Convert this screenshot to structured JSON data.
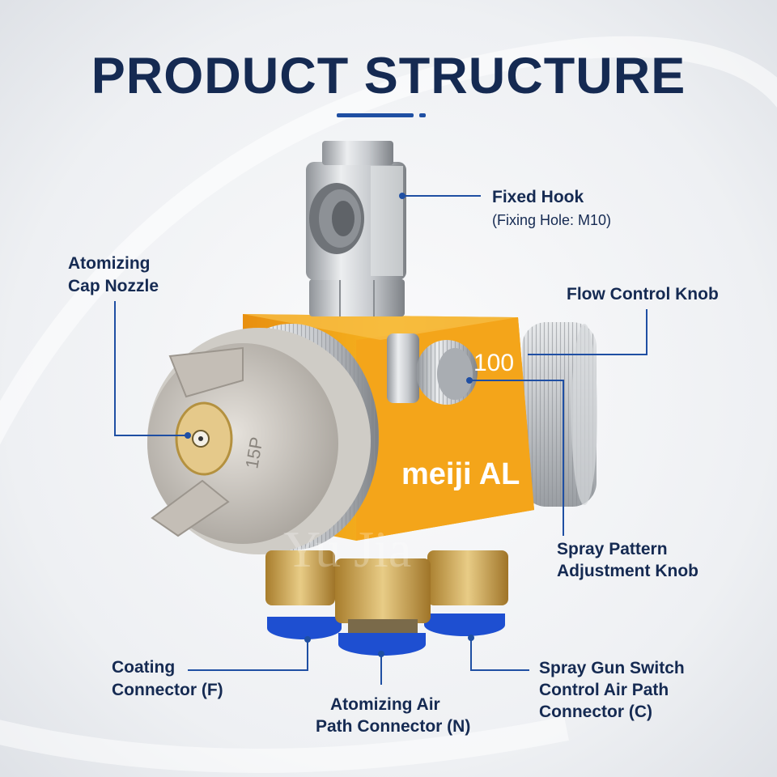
{
  "title": "PRODUCT STRUCTURE",
  "product": {
    "brand": "meiji AL",
    "nozzle_mark": "15P",
    "body_number": "100",
    "watermark": "Yu Jia"
  },
  "callouts": {
    "fixed_hook": {
      "title": "Fixed Hook",
      "detail": "(Fixing Hole: M10)"
    },
    "atomizing_cap_nozzle": {
      "line1": "Atomizing",
      "line2": "Cap Nozzle"
    },
    "flow_control_knob": {
      "title": "Flow Control Knob"
    },
    "spray_pattern_knob": {
      "line1": "Spray Pattern",
      "line2": "Adjustment Knob"
    },
    "coating_connector": {
      "line1": "Coating",
      "line2": "Connector (F)"
    },
    "atomizing_air_connector": {
      "line1": "Atomizing Air",
      "line2": "Path Connector (N)"
    },
    "switch_air_connector": {
      "line1": "Spray Gun Switch",
      "line2": "Control Air Path",
      "line3": "Connector (C)"
    }
  },
  "colors": {
    "title": "#152a52",
    "accent": "#1f4fa3",
    "body_orange": "#f0a21a",
    "fitting_blue": "#1e4fd1",
    "brass": "#c9a04a"
  }
}
